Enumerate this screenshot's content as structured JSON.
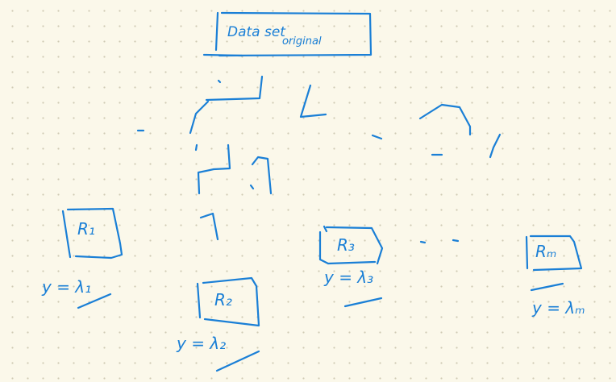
{
  "colors": {
    "ink": "#1a7fd6",
    "background": "#fbf8ea",
    "dot_grid": "#cfcab4"
  },
  "root": {
    "line1": "Data set",
    "line2": "original"
  },
  "regions": [
    {
      "label": "R₁",
      "value": "y = λ₁"
    },
    {
      "label": "R₂",
      "value": "y = λ₂"
    },
    {
      "label": "R₃",
      "value": "y = λ₃"
    },
    {
      "label": "Rₘ",
      "value": "y = λₘ"
    }
  ]
}
